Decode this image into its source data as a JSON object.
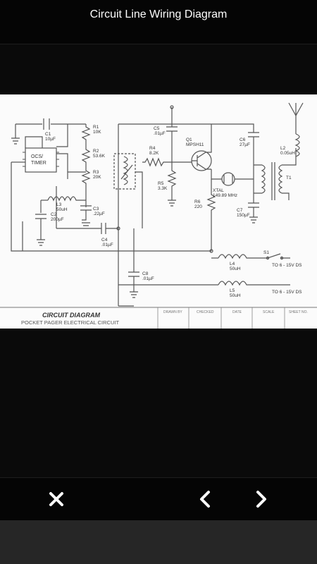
{
  "header": {
    "title": "Circuit Line Wiring Diagram"
  },
  "diagram": {
    "components": {
      "c1": [
        "C1",
        "10µF"
      ],
      "r1": [
        "R1",
        "10K"
      ],
      "r2": [
        "R2",
        "53.6K"
      ],
      "r3": [
        "R3",
        "20K"
      ],
      "ic": [
        "OCS/",
        "TIMER"
      ],
      "l3": [
        "L3",
        "50uH"
      ],
      "c2": [
        "C2",
        "200µF"
      ],
      "c3": [
        "C3",
        ".22µF"
      ],
      "c4": [
        "C4",
        ".01µF"
      ],
      "c5": [
        "C5",
        ".01µF"
      ],
      "q1": [
        "Q1",
        "MPSH11"
      ],
      "r4": [
        "R4",
        "8.2K"
      ],
      "r5": [
        "R5",
        "3.3K"
      ],
      "r6": [
        "R6",
        "220"
      ],
      "xtal": [
        "XTAL",
        "149.89 MHz"
      ],
      "c6": [
        "C6",
        "27µF"
      ],
      "c7": [
        "C7",
        "150µF"
      ],
      "l2": [
        "L2",
        "0.05uH"
      ],
      "t1": "T1",
      "c8": [
        "C8",
        ".01µF"
      ],
      "s1": "S1",
      "l4": [
        "L4",
        "50uH"
      ],
      "l5": [
        "L5",
        "50uH"
      ],
      "supply1": "TO 6 - 15V DS",
      "supply2": "TO 6 - 15V DS"
    },
    "title_block": {
      "heading": "CIRCUIT DIAGRAM",
      "subheading": "POCKET PAGER ELECTRICAL CIRCUIT",
      "fields": [
        "DRAWN BY",
        "CHECKED",
        "DATE",
        "SCALE",
        "SHEET NO."
      ]
    }
  },
  "controls": {
    "close_icon": "close-icon",
    "prev_icon": "chevron-left-icon",
    "next_icon": "chevron-right-icon"
  }
}
